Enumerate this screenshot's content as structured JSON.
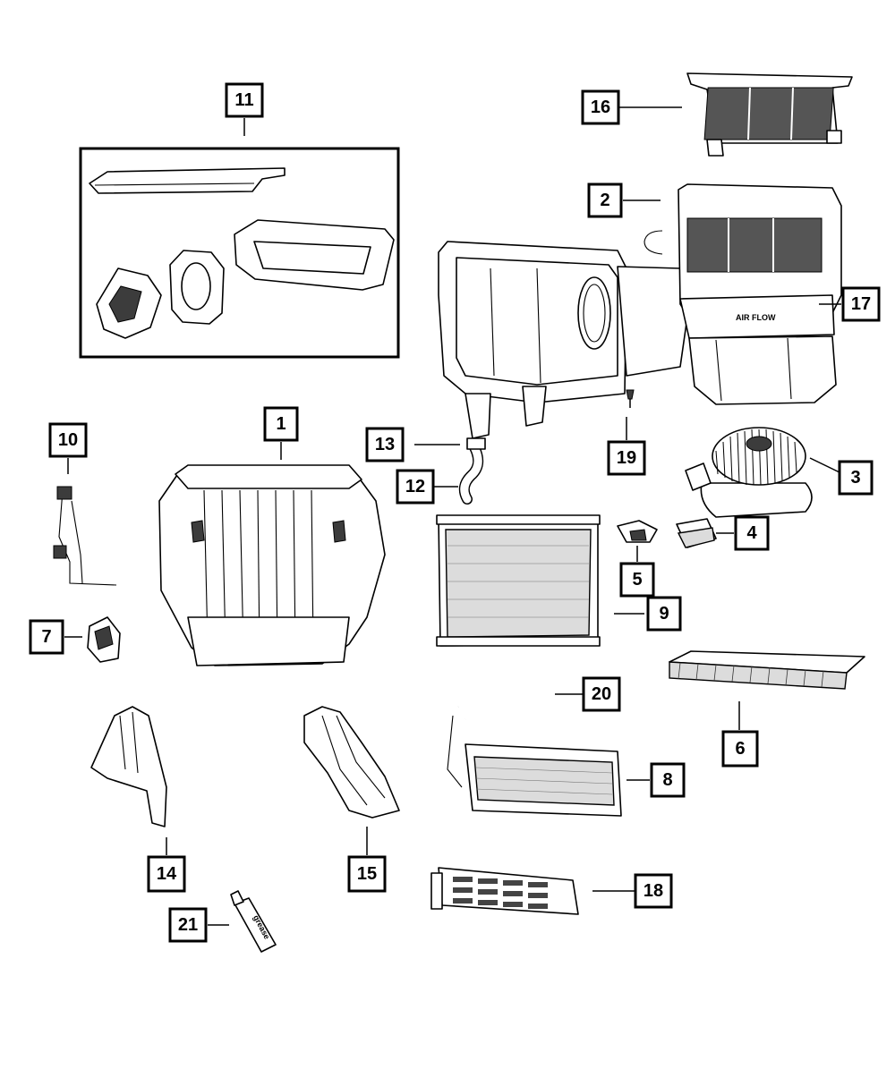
{
  "callouts": {
    "c1": "1",
    "c2": "2",
    "c3": "3",
    "c4": "4",
    "c5": "5",
    "c6": "6",
    "c7": "7",
    "c8": "8",
    "c9": "9",
    "c10": "10",
    "c11": "11",
    "c12": "12",
    "c13": "13",
    "c14": "14",
    "c15": "15",
    "c16": "16",
    "c17": "17",
    "c18": "18",
    "c19": "19",
    "c20": "20",
    "c21": "21"
  },
  "labels": {
    "air_flow": "AIR FLOW",
    "grease": "grease"
  }
}
